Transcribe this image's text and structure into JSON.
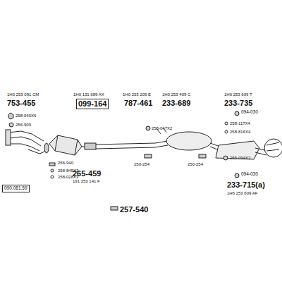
{
  "diagram": {
    "nodes": [
      {
        "text": [
          "099-164"
        ]
      },
      {
        "text": [
          "090.081.59"
        ]
      }
    ],
    "labels": [
      "1H0 253 091 CM",
      "753-455",
      "258-040X6",
      "256-909",
      "256-940",
      "258-845X3",
      "258-028X3",
      "1H0 131 689 AX",
      "265-459",
      "191 253 141 F",
      "257-540",
      "1H0 253 209 E",
      "787-461",
      "1H0 253 409 C",
      "233-689",
      "255-047X2",
      "250-254",
      "250-254",
      "1H6 253 609 T",
      "233-735",
      "094-030",
      "258-117X4",
      "258-816X4",
      "255-094X2",
      "094-030",
      "233-715(a)",
      "1H6 253 609 AF"
    ]
  }
}
